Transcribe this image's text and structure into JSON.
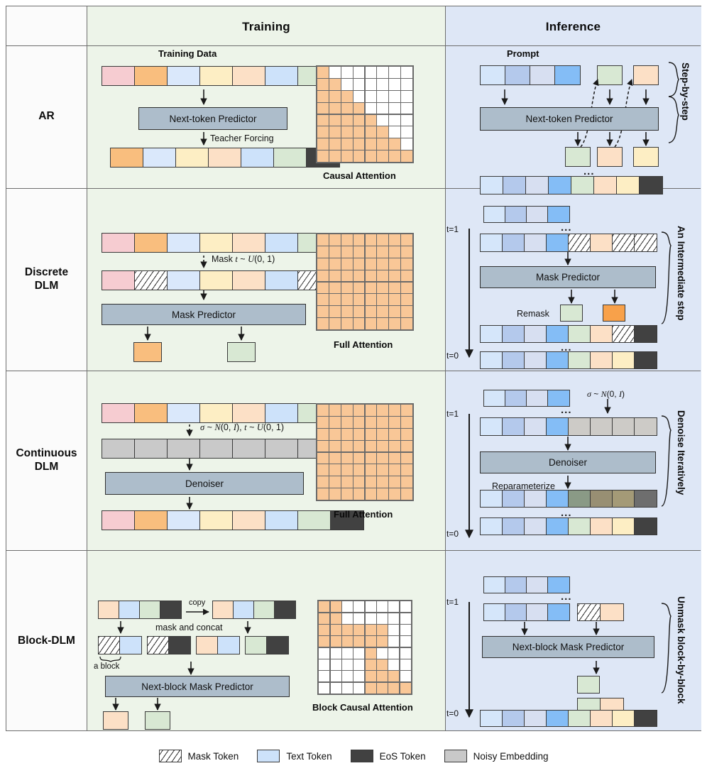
{
  "figure": {
    "columns": [
      {
        "id": "training",
        "label": "Training"
      },
      {
        "id": "inference",
        "label": "Inference"
      }
    ],
    "rows": [
      {
        "id": "ar",
        "label": "AR"
      },
      {
        "id": "discrete-dlm",
        "label": "Discrete\nDLM"
      },
      {
        "id": "continuous-dlm",
        "label": "Continuous\nDLM"
      },
      {
        "id": "block-dlm",
        "label": "Block-DLM"
      }
    ]
  },
  "colors": {
    "training_bg": "#edf4e9",
    "inference_bg": "#dee7f6",
    "module_fill": "#adbdcb",
    "attention_on": "#f9c797",
    "attention_off": "#ffffff",
    "mask_token": "#ffffff",
    "text_token": "#cde2fa",
    "eos_token": "#414141",
    "noisy_embedding": "#c9c9c9"
  },
  "ar": {
    "training": {
      "caption": "Training Data",
      "module": "Next-token Predictor",
      "teacher_forcing": "Teacher Forcing",
      "input_tokens": [
        "pink",
        "orange",
        "lblue",
        "lyellow",
        "peach",
        "blue",
        "green",
        "eos"
      ],
      "output_tokens": [
        "orange",
        "lblue",
        "lyellow",
        "peach",
        "blue",
        "green",
        "eos"
      ],
      "attention": {
        "title": "Causal Attention",
        "type": "causal",
        "size": 8
      }
    },
    "inference": {
      "caption": "Prompt",
      "module": "Next-token Predictor",
      "bracket_label": "Step-by-step",
      "prompt_tokens": [
        "b1",
        "b2",
        "b3",
        "b4"
      ],
      "fed_back_tokens": [
        "green",
        "peach"
      ],
      "generated_tokens": [
        "green",
        "peach",
        "lyellow"
      ],
      "ellipsis": "...",
      "final_tokens": [
        "b1",
        "b2",
        "b3",
        "b4",
        "green",
        "peach",
        "lyellow",
        "eos"
      ]
    }
  },
  "discrete_dlm": {
    "training": {
      "module": "Mask Predictor",
      "mask_label": "Mask t ~ U(0,1)",
      "clean_tokens": [
        "pink",
        "orange",
        "lblue",
        "lyellow",
        "peach",
        "blue",
        "green",
        "eos"
      ],
      "masked_tokens": [
        "pink",
        "mask",
        "lblue",
        "lyellow",
        "peach",
        "blue",
        "mask",
        "eos"
      ],
      "predicted_tokens": [
        "orange",
        "green"
      ],
      "attention": {
        "title": "Full Attention",
        "type": "full",
        "size": 8
      }
    },
    "inference": {
      "module": "Mask Predictor",
      "remask_label": "Remask",
      "bracket_label": "An Intermediate step",
      "t_start": "t=1",
      "t_end": "t=0",
      "ellipsis": "...",
      "prompt_tokens": [
        "b1",
        "b2",
        "b3",
        "b4"
      ],
      "input_tokens": [
        "b1",
        "b2",
        "b3",
        "b4",
        "mask",
        "peach",
        "mask",
        "mask"
      ],
      "predicted_tokens": [
        "green",
        "orange2"
      ],
      "intermediate_tokens": [
        "b1",
        "b2",
        "b3",
        "b4",
        "green",
        "peach",
        "mask",
        "eos"
      ],
      "final_tokens": [
        "b1",
        "b2",
        "b3",
        "b4",
        "green",
        "peach",
        "lyellow",
        "eos"
      ]
    }
  },
  "continuous_dlm": {
    "training": {
      "module": "Denoiser",
      "noise_label": "σ ~ N(0, I), t ~ U(0, 1)",
      "clean_tokens": [
        "pink",
        "orange",
        "lblue",
        "lyellow",
        "peach",
        "blue",
        "green",
        "eos"
      ],
      "noisy_tokens": [
        "gray",
        "gray",
        "gray",
        "gray",
        "gray",
        "gray",
        "gray",
        "gray"
      ],
      "output_tokens": [
        "pink",
        "orange",
        "lblue",
        "lyellow",
        "peach",
        "blue",
        "green",
        "eos"
      ],
      "attention": {
        "title": "Full Attention",
        "type": "full",
        "size": 8
      }
    },
    "inference": {
      "module": "Denoiser",
      "noise_label": "σ ~ N(0, I)",
      "reparam_label": "Reparameterize",
      "bracket_label": "Denoise Iteratively",
      "t_start": "t=1",
      "t_end": "t=0",
      "ellipsis": "...",
      "prompt_tokens": [
        "b1",
        "b2",
        "b3",
        "b4"
      ],
      "input_tokens": [
        "b1",
        "b2",
        "b3",
        "b4",
        "gray2",
        "gray2",
        "gray2",
        "gray2"
      ],
      "reparam_tokens": [
        "b1",
        "b2",
        "b3",
        "b4",
        "mg1",
        "mg2",
        "mg3",
        "mg4"
      ],
      "final_tokens": [
        "b1",
        "b2",
        "b3",
        "b4",
        "green",
        "peach",
        "lyellow",
        "eos"
      ]
    }
  },
  "block_dlm": {
    "training": {
      "module": "Next-block Mask Predictor",
      "copy_label": "copy",
      "concat_label": "mask and concat",
      "block_label": "a block",
      "source_tokens": [
        "peach",
        "blue",
        "green",
        "eos"
      ],
      "copy_tokens": [
        "peach",
        "blue",
        "green",
        "eos"
      ],
      "concat_groups": [
        [
          "mask",
          "blue"
        ],
        [
          "mask",
          "eos"
        ],
        [
          "peach",
          "blue"
        ],
        [
          "green",
          "eos"
        ]
      ],
      "predicted_tokens": [
        "peach",
        "green"
      ],
      "attention": {
        "title": "Block Causal Attention",
        "type": "block-causal",
        "size": 8,
        "block": 2
      }
    },
    "inference": {
      "module": "Next-block Mask Predictor",
      "bracket_label": "Unmask block-by-block",
      "t_start": "t=1",
      "t_end": "t=0",
      "ellipsis": "...",
      "prompt_tokens": [
        "b1",
        "b2",
        "b3",
        "b4"
      ],
      "input_prompt_tokens": [
        "b1",
        "b2",
        "b3",
        "b4"
      ],
      "input_block_tokens": [
        "mask",
        "peach"
      ],
      "predicted_token": [
        "green"
      ],
      "predicted_block_tokens": [
        "green",
        "peach"
      ],
      "final_tokens": [
        "b1",
        "b2",
        "b3",
        "b4",
        "green",
        "peach",
        "lyellow",
        "eos"
      ]
    }
  },
  "legend": [
    {
      "swatch": "mask",
      "label": "Mask Token"
    },
    {
      "swatch": "text",
      "label": "Text Token"
    },
    {
      "swatch": "eos",
      "label": "EoS Token"
    },
    {
      "swatch": "noisy",
      "label": "Noisy Embedding"
    }
  ]
}
